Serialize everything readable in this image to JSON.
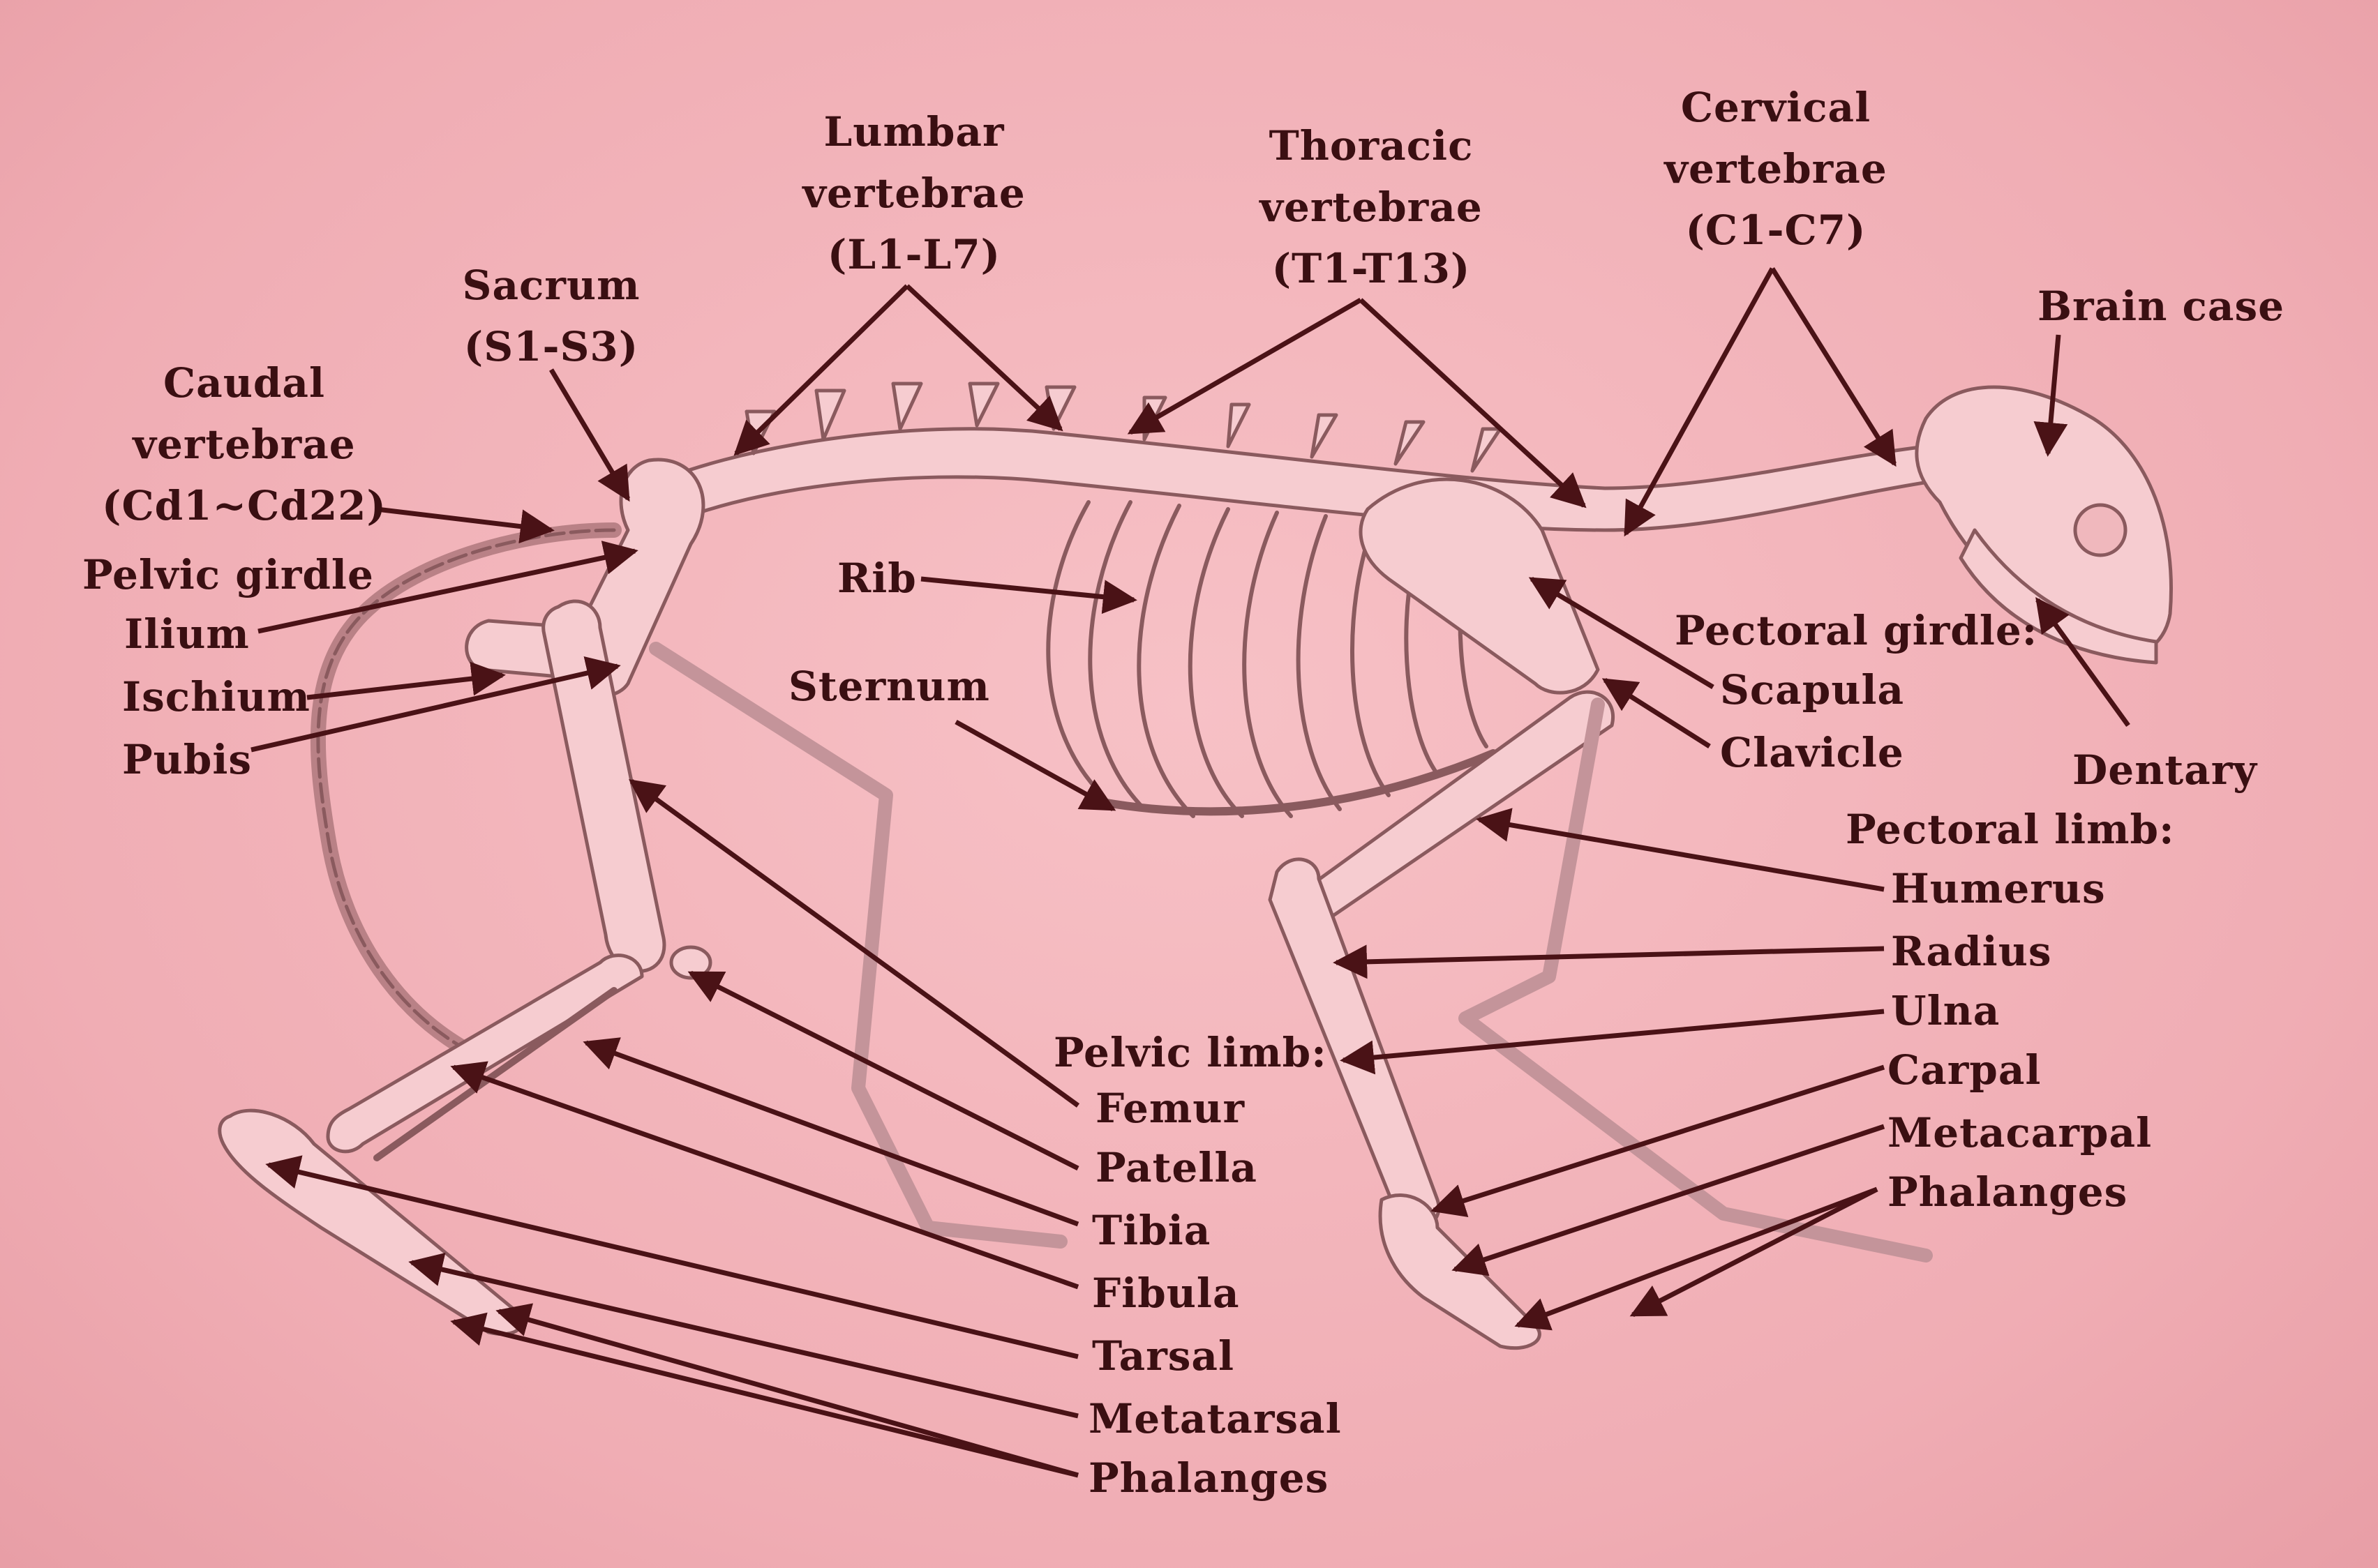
{
  "labels": {
    "lumbar": [
      "Lumbar",
      "vertebrae",
      "(L1-L7)"
    ],
    "thoracic": [
      "Thoracic",
      "vertebrae",
      "(T1-T13)"
    ],
    "cervical": [
      "Cervical",
      "vertebrae",
      "(C1-C7)"
    ],
    "sacrum": [
      "Sacrum",
      "(S1-S3)"
    ],
    "caudal": [
      "Caudal",
      "vertebrae",
      "(Cd1~Cd22)"
    ],
    "brain_case": "Brain case",
    "pelvic_girdle": "Pelvic girdle",
    "ilium": "Ilium",
    "ischium": "Ischium",
    "pubis": "Pubis",
    "rib": "Rib",
    "sternum": "Sternum",
    "pectoral_girdle": "Pectoral girdle:",
    "scapula": "Scapula",
    "clavicle": "Clavicle",
    "dentary": "Dentary",
    "pectoral_limb": "Pectoral limb:",
    "humerus": "Humerus",
    "radius": "Radius",
    "ulna": "Ulna",
    "carpal": "Carpal",
    "metacarpal": "Metacarpal",
    "phalanges_fore": "Phalanges",
    "pelvic_limb": "Pelvic limb:",
    "femur": "Femur",
    "patella": "Patella",
    "tibia": "Tibia",
    "fibula": "Fibula",
    "tarsal": "Tarsal",
    "metatarsal": "Metatarsal",
    "phalanges_hind": "Phalanges"
  },
  "colors": {
    "text": "#3a0f12",
    "arrow": "#4a1216",
    "bone_outline": "#8a5a5e",
    "bone_fill": "#f6ccd0"
  }
}
